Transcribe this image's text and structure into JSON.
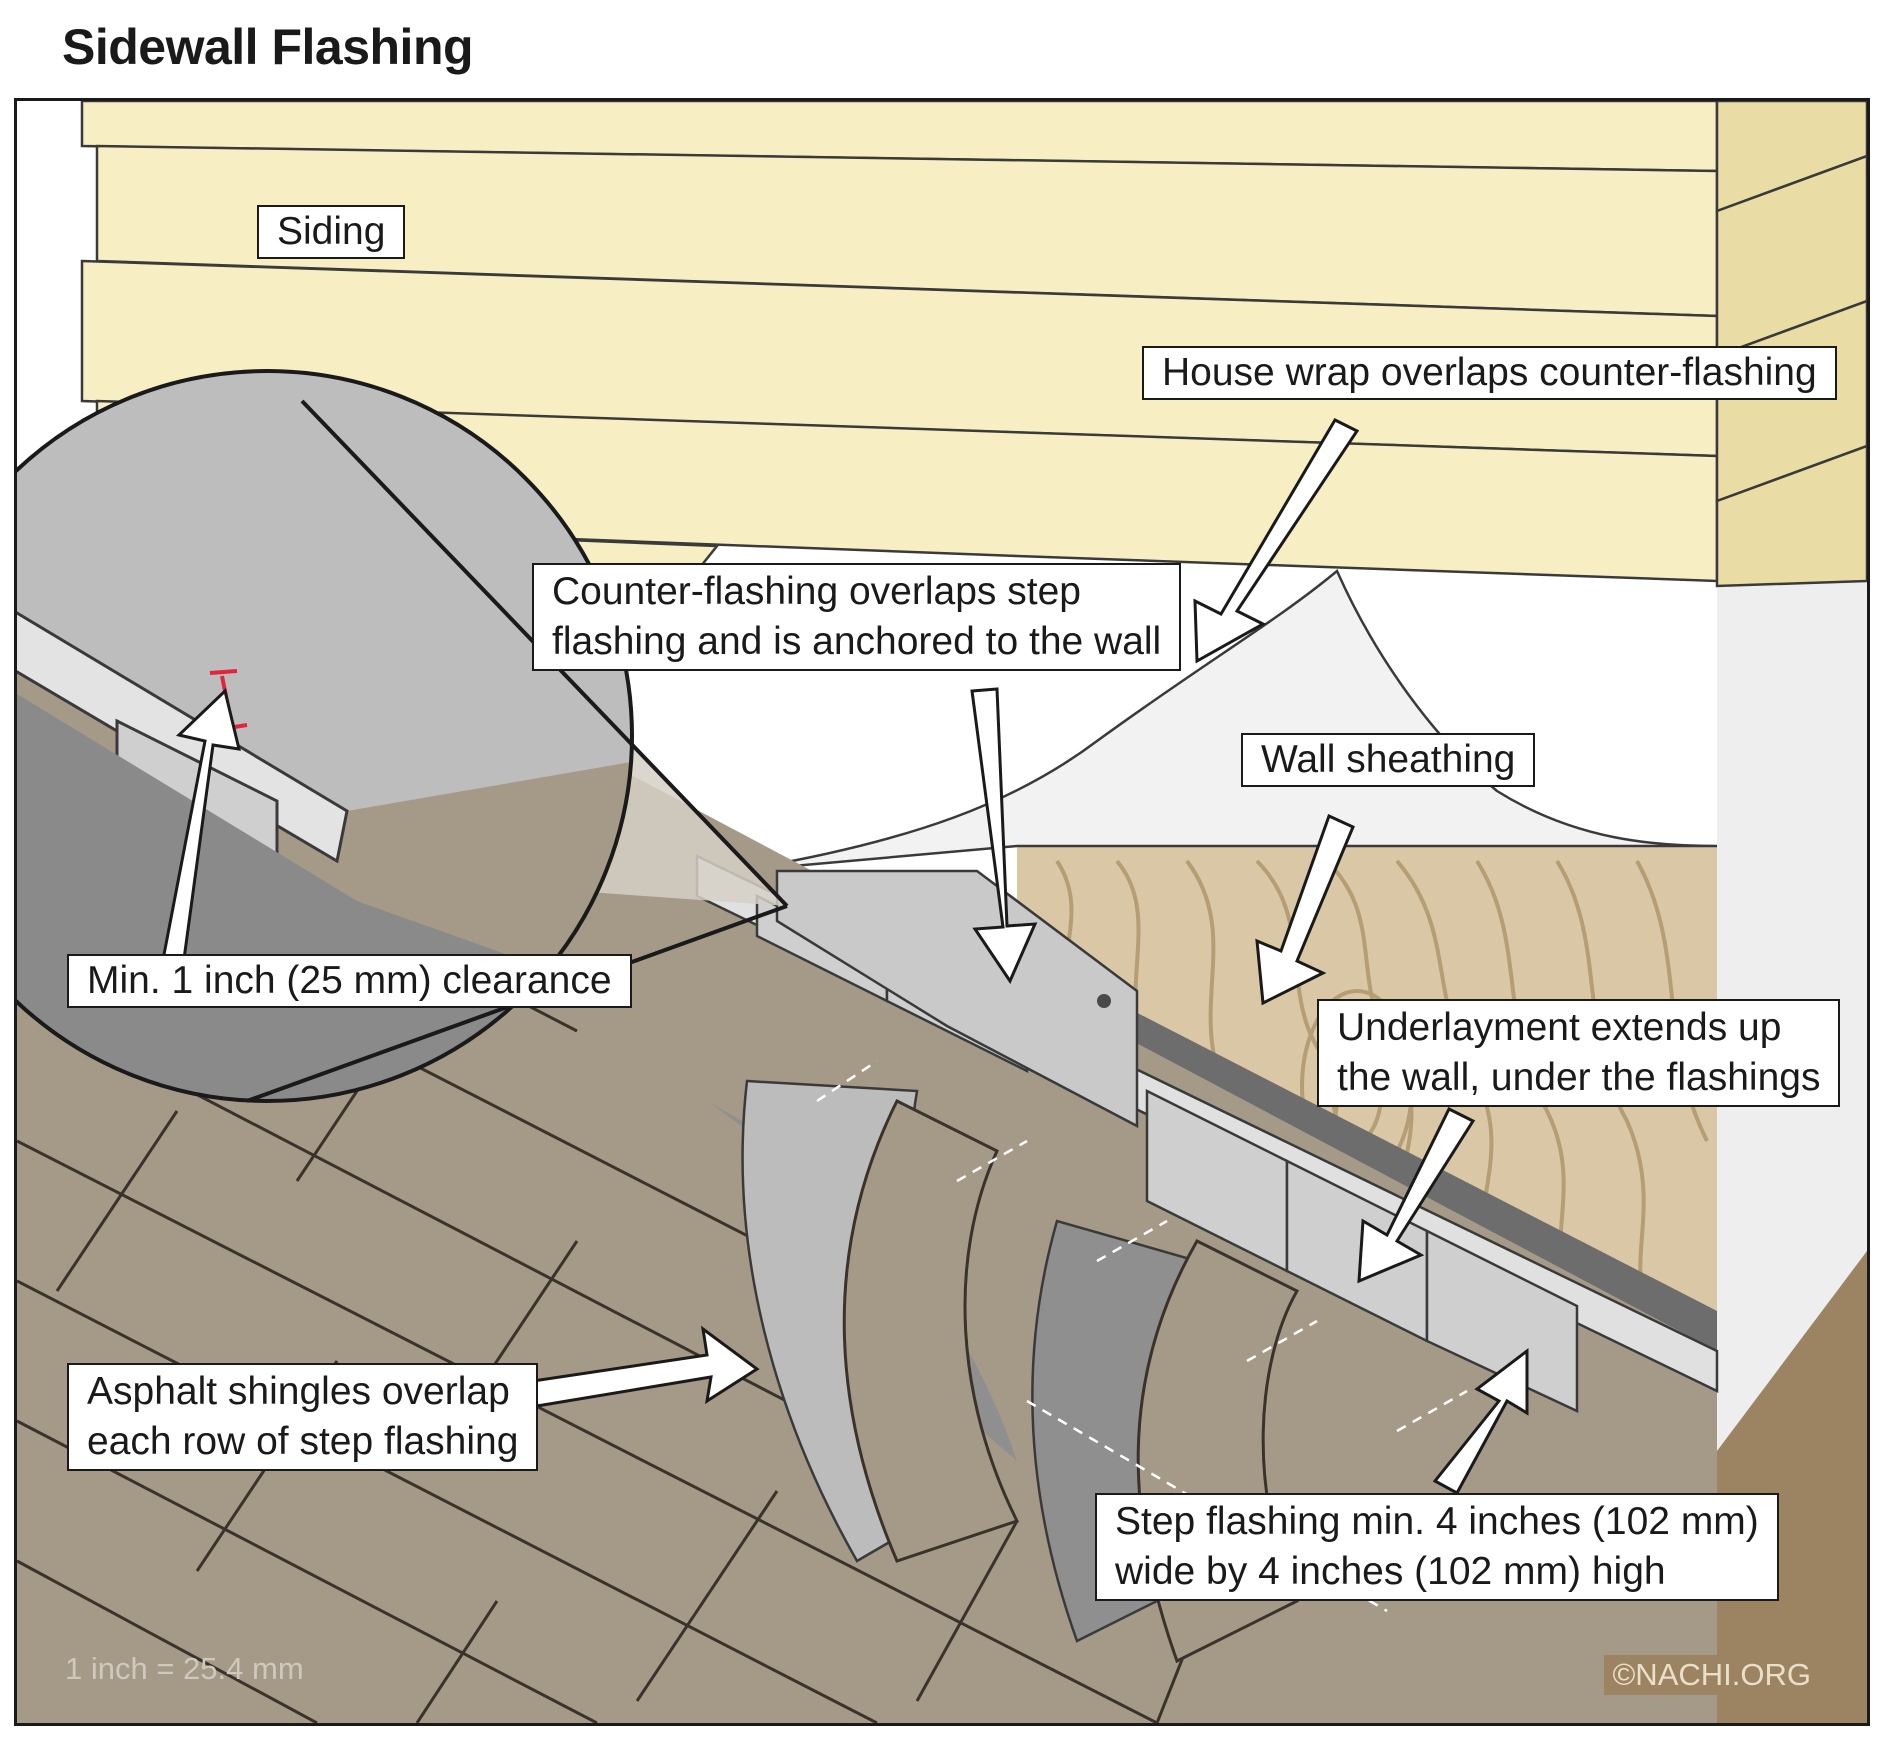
{
  "title": "Sidewall Flashing",
  "labels": {
    "siding": "Siding",
    "house_wrap": "House wrap overlaps counter-flashing",
    "counter_flashing_line1": "Counter-flashing overlaps step",
    "counter_flashing_line2": "flashing and is anchored to the wall",
    "wall_sheathing": "Wall sheathing",
    "clearance": "Min. 1 inch (25 mm) clearance",
    "underlayment_line1": "Underlayment extends up",
    "underlayment_line2": "the wall, under the flashings",
    "shingles_line1": "Asphalt shingles overlap",
    "shingles_line2": "each row of step flashing",
    "step_flashing_line1": "Step flashing min. 4 inches (102 mm)",
    "step_flashing_line2": "wide by 4 inches (102 mm) high"
  },
  "scale_note": "1 inch = 25.4 mm",
  "copyright": "©NACHI.ORG",
  "colors": {
    "siding": "#f7efc3",
    "siding_shadow": "#e9dca4",
    "house_wrap": "#f2f2f2",
    "sheathing": "#d9c7a6",
    "shingles": "#a59a87",
    "shingle_lines": "#3a332b",
    "flashing": "#c9c9c9",
    "flashing_dark": "#8f8f8f",
    "underlayment": "#6d6d6d",
    "clearance_mark": "#e0263c"
  }
}
